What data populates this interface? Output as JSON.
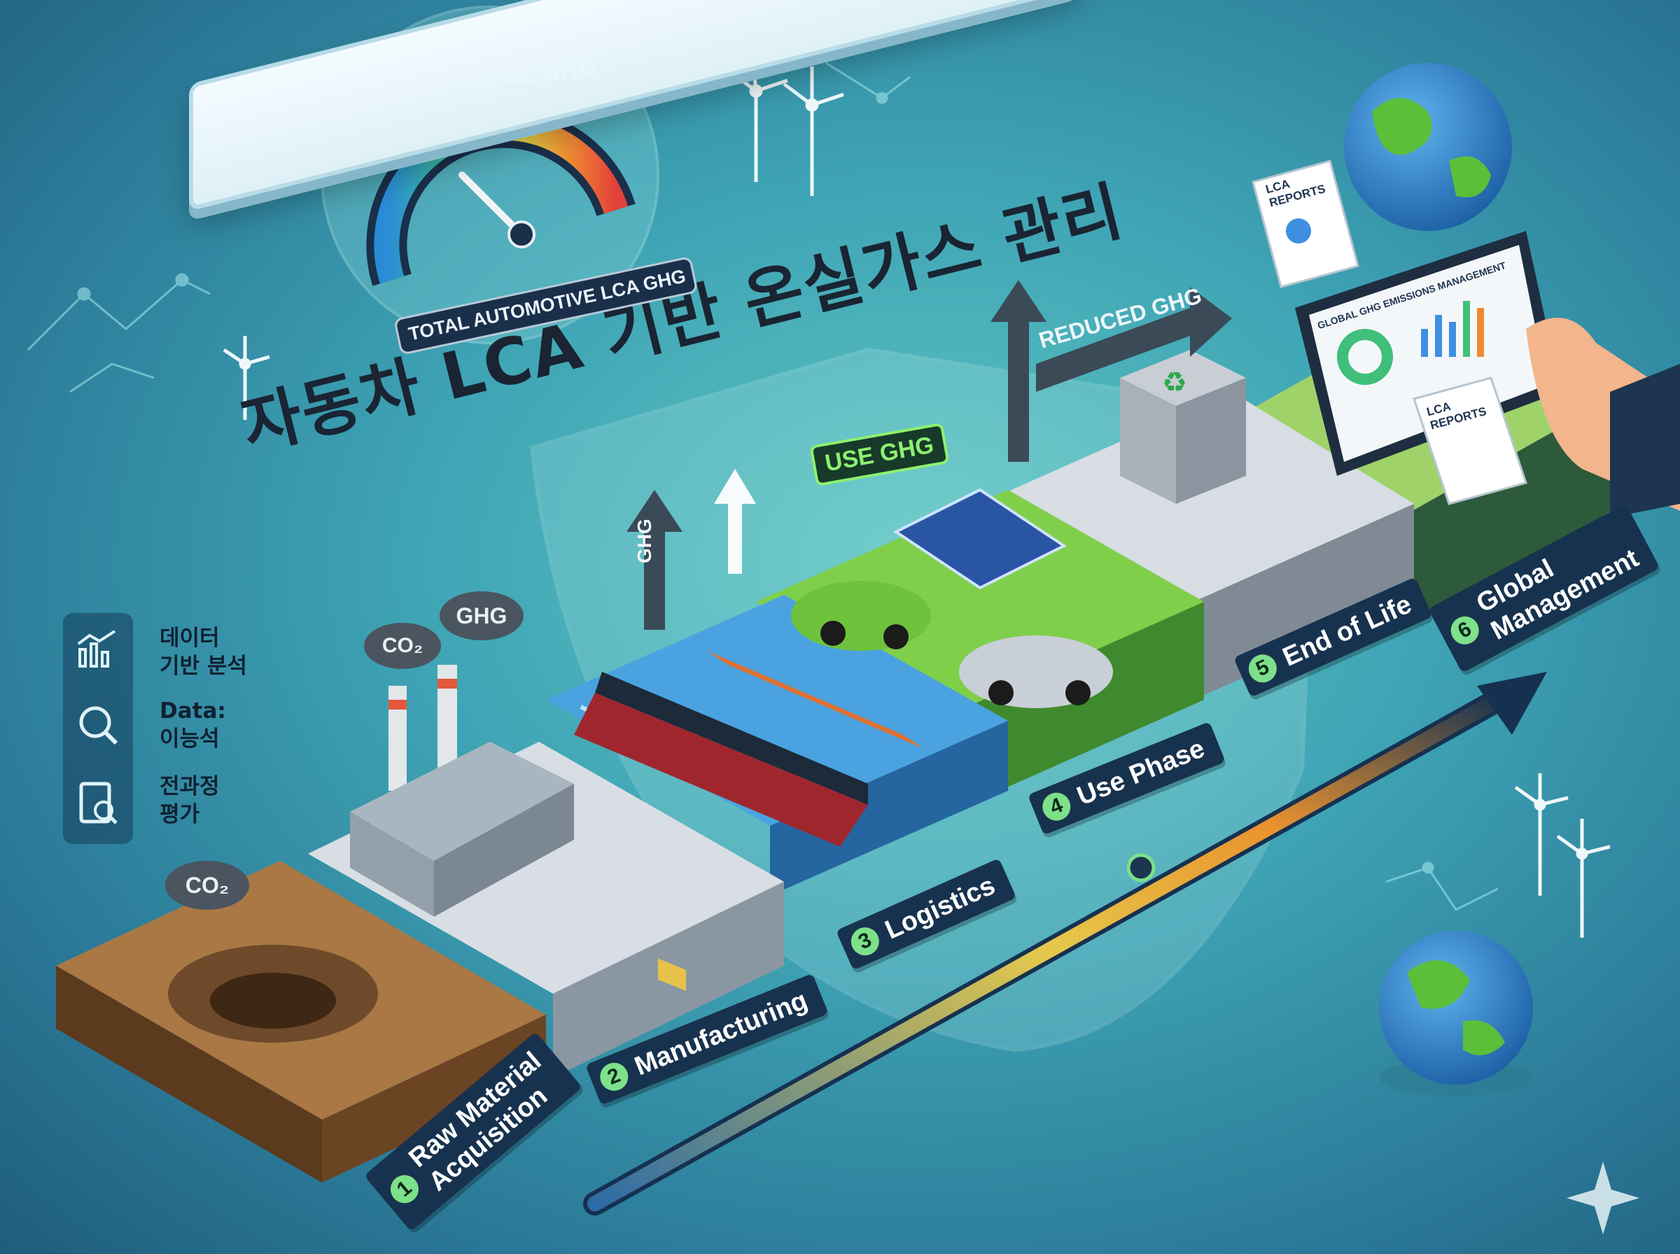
{
  "title": "자동차 LCA 기반 온실가스 관리",
  "gauge": {
    "heading": "GLOBAL GHG",
    "label": "TOTAL AUTOMOTIVE LCA GHG"
  },
  "side_panel": {
    "item1": "데이터\n기반 분석",
    "item2": "Data:\n이능석",
    "item3": "전과정\n평가",
    "icons": [
      "bar-chart-icon",
      "magnifier-chart-icon",
      "clipboard-check-icon"
    ]
  },
  "stages": [
    {
      "num": "1",
      "label": "Raw Material\nAcquisition"
    },
    {
      "num": "2",
      "label": "Manufacturing"
    },
    {
      "num": "3",
      "label": "Logistics"
    },
    {
      "num": "4",
      "label": "Use Phase"
    },
    {
      "num": "5",
      "label": "End of Life"
    },
    {
      "num": "6",
      "label": "Global\nManagement"
    }
  ],
  "tags": {
    "co2_mine": "CO₂",
    "co2_factory": "CO₂",
    "ghg_factory": "GHG",
    "ghg_arrow": "GHG",
    "use_ghg": "USE GHG",
    "reduced_ghg": "REDUCED GHG"
  },
  "tablet": {
    "title": "GLOBAL GHG EMISSIONS MANAGEMENT",
    "report_top": "LCA\nREPORTS",
    "report_front": "LCA\nREPORTS"
  },
  "colors": {
    "background": "#3ea3b4",
    "stage_label": "#17324e",
    "stage_num": "#7ee08a",
    "use_phase_platform": "#7fcf4a",
    "logistics_platform": "#3f8fd0",
    "mine_platform": "#8b5a34"
  }
}
